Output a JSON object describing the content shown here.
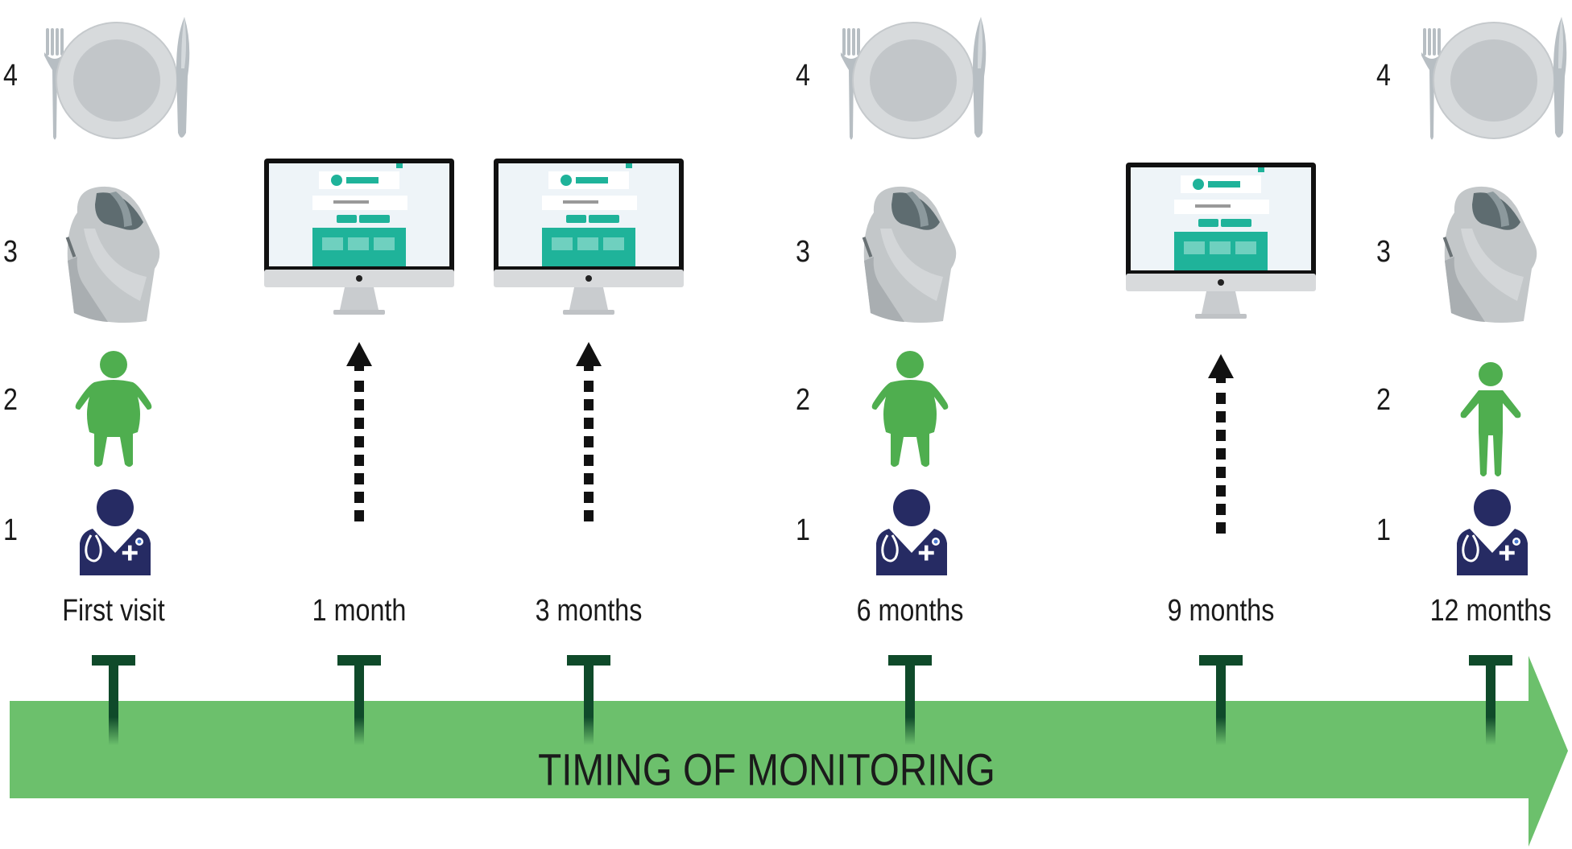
{
  "row_labels": [
    "4",
    "3",
    "2",
    "1"
  ],
  "row_meanings": {
    "4": "dietary-assessment",
    "3": "body-composition-device",
    "2": "anthropometry",
    "1": "clinical-visit"
  },
  "timepoints": [
    {
      "label": "First visit",
      "type": "in-person",
      "row_numbers": true,
      "icons": [
        "plate-cutlery-icon",
        "body-composition-scanner-icon",
        "overweight-child-icon",
        "doctor-icon"
      ]
    },
    {
      "label": "1 month",
      "type": "remote",
      "icons": [
        "computer-monitor-icon",
        "dotted-up-arrow-icon"
      ]
    },
    {
      "label": "3 months",
      "type": "remote",
      "icons": [
        "computer-monitor-icon",
        "dotted-up-arrow-icon"
      ]
    },
    {
      "label": "6 months",
      "type": "in-person",
      "row_numbers": true,
      "icons": [
        "plate-cutlery-icon",
        "body-composition-scanner-icon",
        "overweight-child-icon",
        "doctor-icon"
      ]
    },
    {
      "label": "9 months",
      "type": "remote",
      "icons": [
        "computer-monitor-icon",
        "dotted-up-arrow-icon"
      ]
    },
    {
      "label": "12 months",
      "type": "in-person",
      "row_numbers": true,
      "icons": [
        "plate-cutlery-icon",
        "body-composition-scanner-icon",
        "slim-child-icon",
        "doctor-icon"
      ]
    }
  ],
  "timeline": {
    "title": "TIMING OF MONITORING"
  },
  "colors": {
    "arrow_green": "#6cc06c",
    "marker_dark_green": "#0f4a2a",
    "person_green": "#4fae4f",
    "doctor_navy": "#262b63",
    "screen_teal": "#1fb39a",
    "plate_gray": "#c9cdcf"
  }
}
